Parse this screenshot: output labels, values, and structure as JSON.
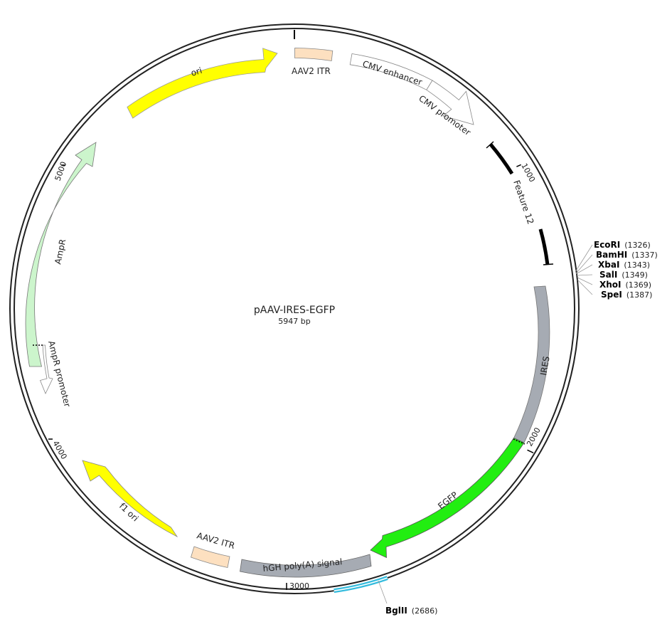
{
  "plasmid": {
    "name": "pAAV-IRES-EGFP",
    "size_label": "5947 bp",
    "length_bp": 5947
  },
  "ticks": [
    {
      "bp": 1000,
      "label": "1000"
    },
    {
      "bp": 2000,
      "label": "2000"
    },
    {
      "bp": 3000,
      "label": "3000"
    },
    {
      "bp": 4000,
      "label": "4000"
    },
    {
      "bp": 5000,
      "label": "5000"
    }
  ],
  "features": [
    {
      "id": "ori",
      "label": "ori",
      "color": "#ffff00",
      "shape": "arrow-cw"
    },
    {
      "id": "aav2-itr-left",
      "label": "AAV2 ITR",
      "color": "#fde0c0",
      "shape": "box"
    },
    {
      "id": "cmv-enhancer",
      "label": "CMV enhancer",
      "color": "#ffffff",
      "shape": "box"
    },
    {
      "id": "cmv-promoter",
      "label": "CMV promoter",
      "color": "#ffffff",
      "shape": "arrow-cw"
    },
    {
      "id": "feature-12",
      "label": "Feature 12",
      "color": "#000000",
      "shape": "line"
    },
    {
      "id": "ires",
      "label": "IRES",
      "color": "#a6abb3",
      "shape": "box"
    },
    {
      "id": "egfp",
      "label": "EGFP",
      "color": "#22ee11",
      "shape": "arrow-cw"
    },
    {
      "id": "hgh-polya",
      "label": "hGH poly(A) signal",
      "color": "#a6abb3",
      "shape": "box"
    },
    {
      "id": "aav2-itr-right",
      "label": "AAV2 ITR",
      "color": "#fde0c0",
      "shape": "box"
    },
    {
      "id": "f1-ori",
      "label": "f1 ori",
      "color": "#ffff00",
      "shape": "arrow-ccw"
    },
    {
      "id": "ampr-promoter",
      "label": "AmpR promoter",
      "color": "#ffffff",
      "shape": "arrow-ccw"
    },
    {
      "id": "ampr",
      "label": "AmpR",
      "color": "#ccf5cc",
      "shape": "arrow-ccw"
    }
  ],
  "restriction_sites": [
    {
      "name": "EcoRI",
      "position": "(1326)"
    },
    {
      "name": "BamHI",
      "position": "(1337)"
    },
    {
      "name": "XbaI",
      "position": "(1343)"
    },
    {
      "name": "SalI",
      "position": "(1349)"
    },
    {
      "name": "XhoI",
      "position": "(1369)"
    },
    {
      "name": "SpeI",
      "position": "(1387)"
    },
    {
      "name": "BglII",
      "position": "(2686)"
    }
  ],
  "colors": {
    "backbone": "#222222",
    "highlight": "#33bbdd"
  }
}
